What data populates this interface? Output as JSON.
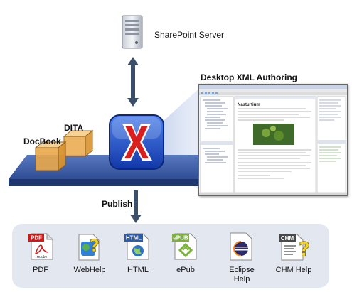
{
  "labels": {
    "server": "SharePoint Server",
    "authoring": "Desktop XML Authoring",
    "docbook": "DocBook",
    "dita": "DITA",
    "publish": "Publish"
  },
  "outputs": [
    {
      "label": "PDF",
      "badge": "PDF",
      "sub": "Adobe"
    },
    {
      "label": "WebHelp",
      "badge": "",
      "sub": ""
    },
    {
      "label": "HTML",
      "badge": "HTML",
      "sub": ""
    },
    {
      "label": "ePub",
      "badge": "ePUB",
      "sub": ""
    },
    {
      "label": "Eclipse\nHelp",
      "badge": "",
      "sub": ""
    },
    {
      "label": "CHM Help",
      "badge": "CHM",
      "sub": ""
    }
  ],
  "screenshot": {
    "doc_title": "Nasturtium"
  },
  "colors": {
    "platform": "#3d5ea8",
    "arrow": "#3b5068",
    "panel": "#e3e8f0",
    "logo_blue": "#1f4fc8",
    "logo_x": "#d91e1e",
    "cube": "#e8a84a"
  }
}
